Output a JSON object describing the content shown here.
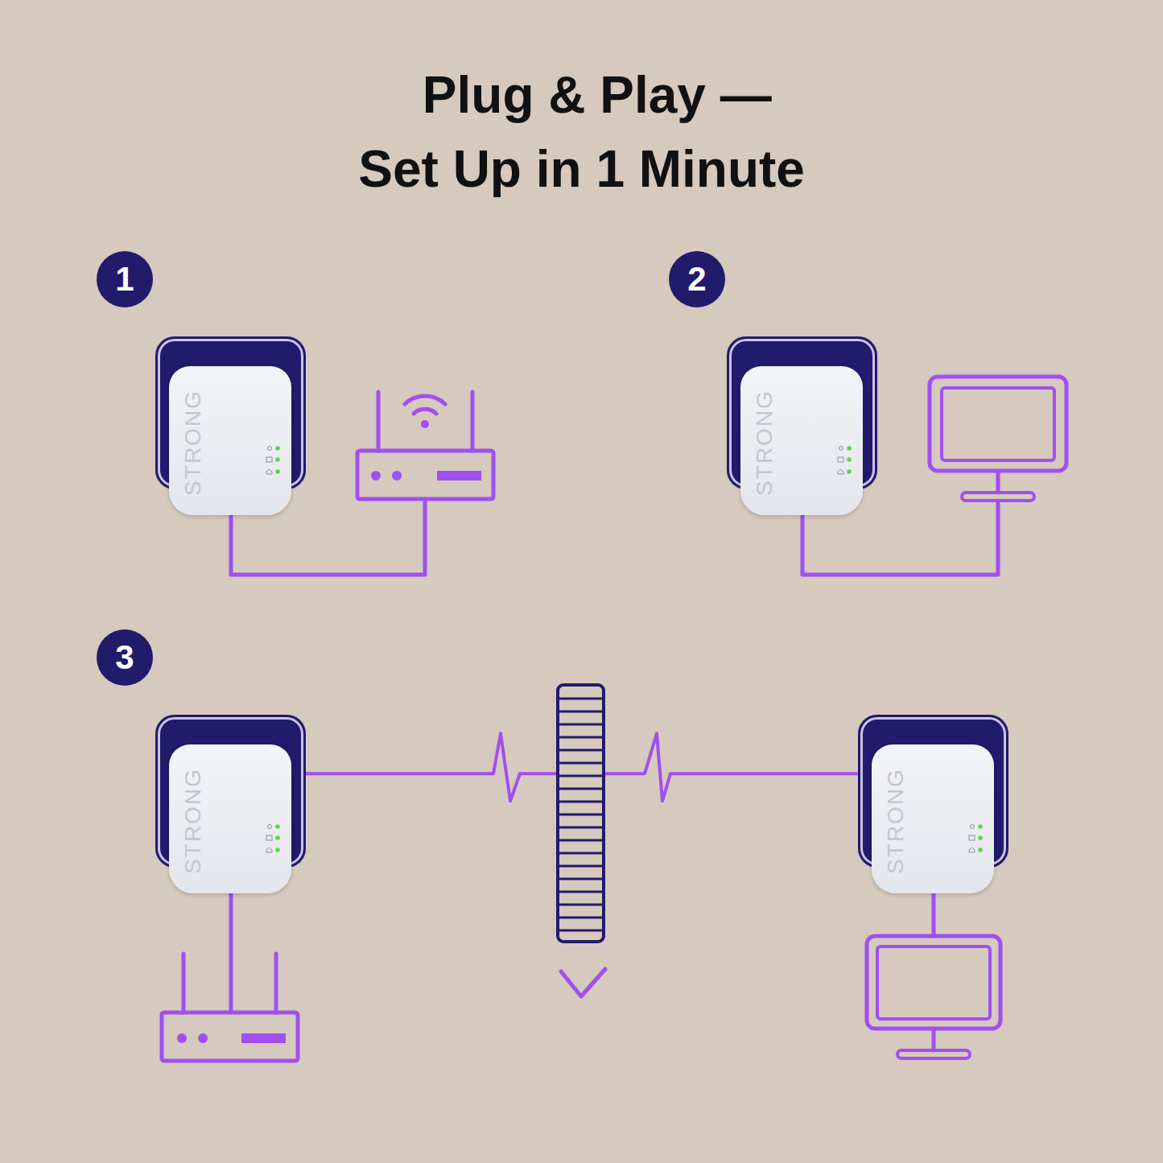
{
  "diagram": {
    "title": "Plug & Play — Set Up in 1 Minute",
    "nodes": [
      {
        "text": [
          "1"
        ]
      },
      {
        "text": [
          "STRONG"
        ]
      },
      {
        "text": [
          "2"
        ]
      },
      {
        "text": [
          "STRONG"
        ]
      },
      {
        "text": [
          "3"
        ]
      },
      {
        "text": [
          "STRONG"
        ]
      },
      {
        "text": [
          "STRONG"
        ]
      }
    ],
    "edges": [
      {
        "from": 5,
        "to": 6,
        "arrow": "none"
      }
    ]
  }
}
